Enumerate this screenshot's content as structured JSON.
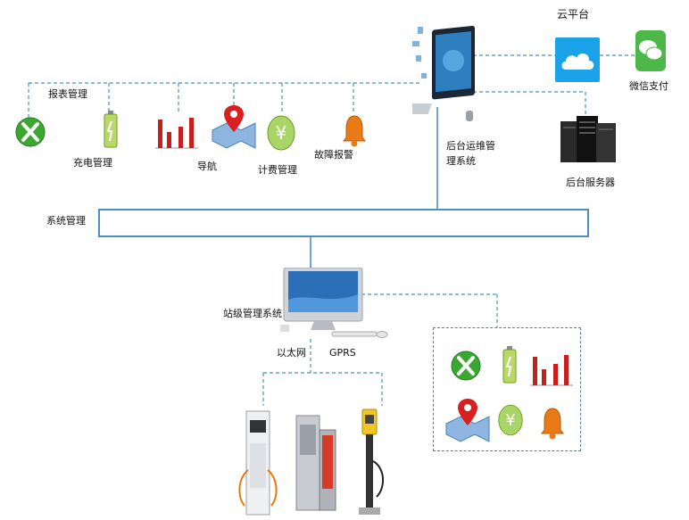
{
  "labels": {
    "cloud_platform": "云平台",
    "wechat_pay": "微信支付",
    "report_mgmt": "报表管理",
    "charging_mgmt": "充电管理",
    "navigation": "导航",
    "billing_mgmt": "计费管理",
    "fault_alarm": "故障报警",
    "backend_ops_line1": "后台运维管",
    "backend_ops_line2": "理系统",
    "backend_server": "后台服务器",
    "system_mgmt": "系统管理",
    "station_mgmt": "站级管理系统",
    "ethernet": "以太网",
    "gprs": "GPRS"
  },
  "icons": {
    "wrench": "wrench-icon",
    "battery": "battery-icon",
    "bar_chart": "bar-chart-icon",
    "map_pin": "map-pin-icon",
    "yen": "yen-coin-icon",
    "bell": "alarm-bell-icon",
    "cloud": "cloud-icon",
    "wechat": "wechat-icon",
    "server": "server-rack-icon",
    "computer": "desktop-computer-icon",
    "charger": "charging-pile-icon"
  },
  "colors": {
    "line": "#4a90c2",
    "green": "#3aa830",
    "red": "#c81e1e",
    "cloud_bg": "#1aa3e8",
    "wechat_bg": "#4cb848",
    "bell": "#e87a18"
  }
}
